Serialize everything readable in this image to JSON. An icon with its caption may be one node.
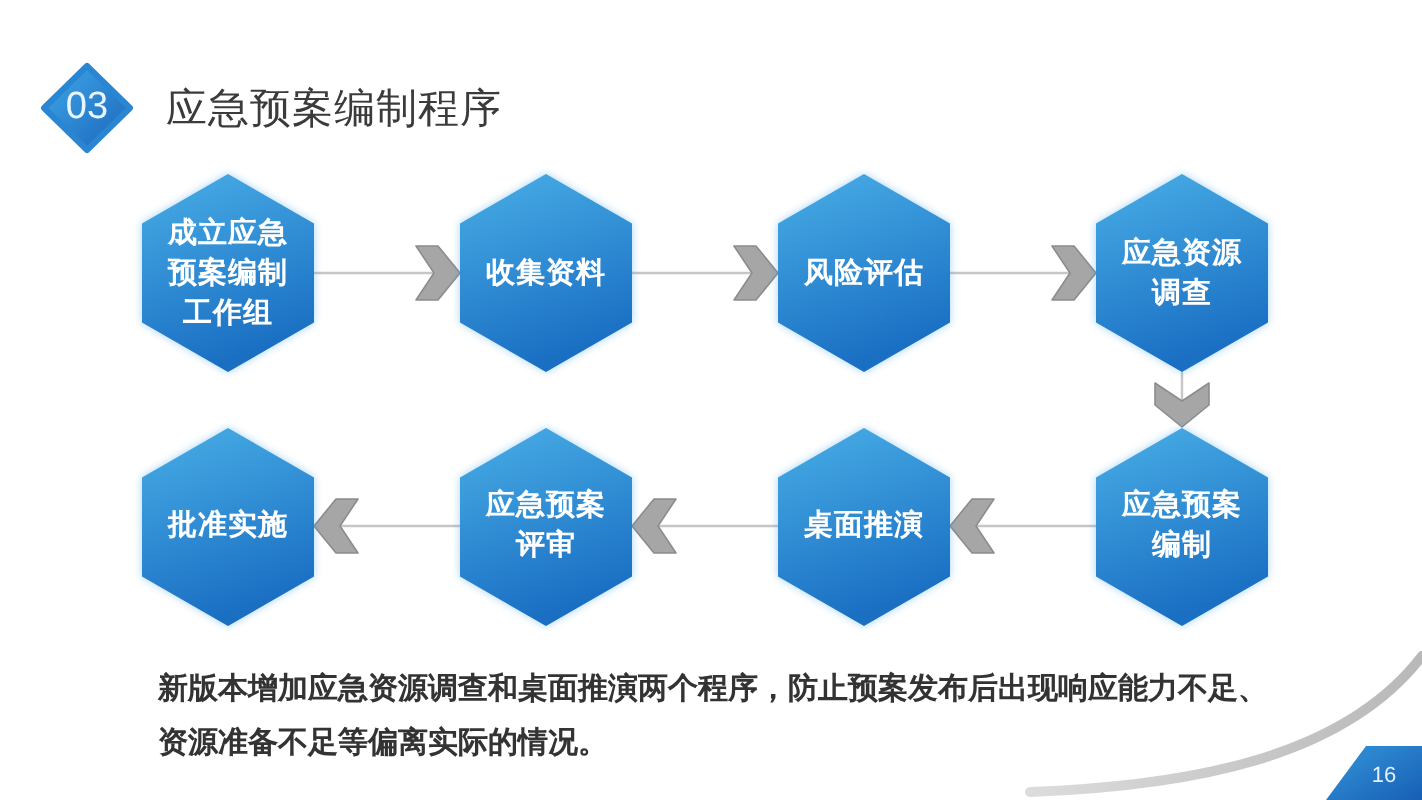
{
  "diagram": {
    "title": "应急预案编制程序",
    "nodes": [
      {
        "text": [
          "03"
        ]
      },
      {
        "text": [
          "成立应急预案编制工作组"
        ]
      },
      {
        "text": [
          "收集资料"
        ]
      },
      {
        "text": [
          "风险评估"
        ]
      },
      {
        "text": [
          "应急资源调查"
        ]
      },
      {
        "text": [
          "应急预案编制"
        ]
      },
      {
        "text": [
          "桌面推演"
        ]
      },
      {
        "text": [
          "应急预案评审"
        ]
      },
      {
        "text": [
          "批准实施"
        ]
      },
      {
        "text": [
          "16"
        ]
      }
    ],
    "edges": [
      {
        "from": 1,
        "to": 2,
        "arrow": "to"
      },
      {
        "from": 2,
        "to": 3,
        "arrow": "to"
      },
      {
        "from": 3,
        "to": 4,
        "arrow": "to"
      },
      {
        "from": 4,
        "to": 5,
        "arrow": "to"
      },
      {
        "from": 5,
        "to": 6,
        "arrow": "to"
      },
      {
        "from": 6,
        "to": 7,
        "arrow": "to"
      },
      {
        "from": 7,
        "to": 8,
        "arrow": "to"
      }
    ],
    "labels": [
      "新版本增加应急资源调查和桌面推演两个程序，防止预案发布后出现响应能力不足、资源准备不足等偏离实际的情况。"
    ]
  }
}
